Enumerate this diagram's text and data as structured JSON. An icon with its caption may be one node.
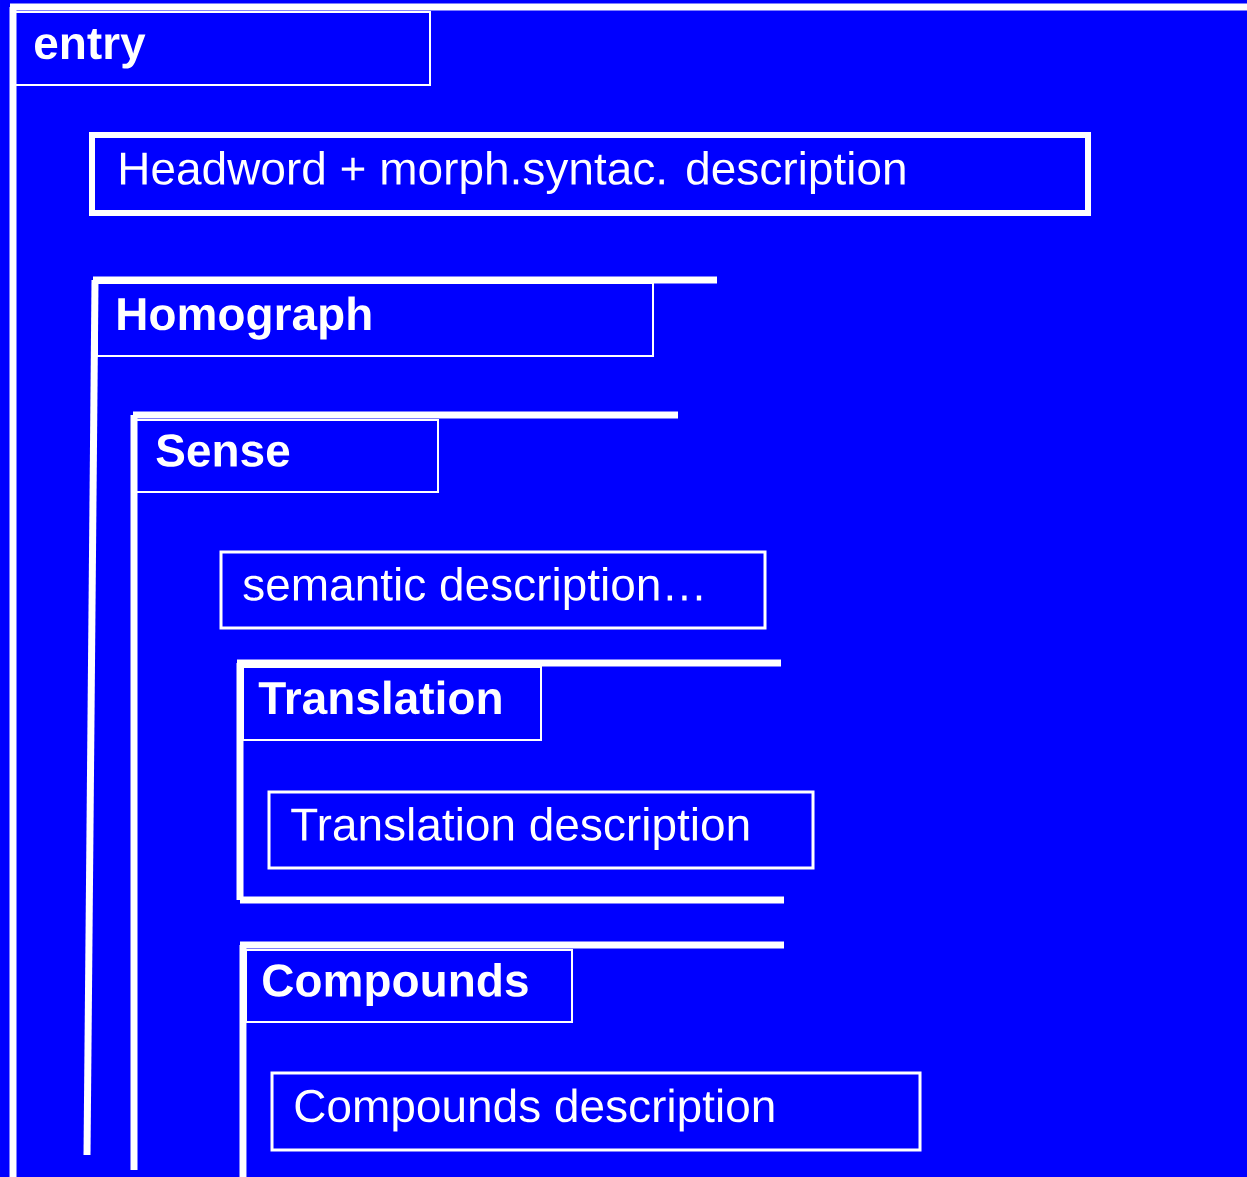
{
  "diagram": {
    "nodes": [
      {
        "text": [
          "entry"
        ]
      },
      {
        "text": [
          "Headword + morph.syntac. description"
        ],
        "in": 0
      },
      {
        "text": [
          "Homograph"
        ],
        "in": 0
      },
      {
        "text": [
          "Sense"
        ],
        "in": 2
      },
      {
        "text": [
          "semantic description…"
        ],
        "in": 0
      },
      {
        "text": [
          "Translation"
        ],
        "in": 0
      },
      {
        "text": [
          "Translation description"
        ],
        "in": 5
      },
      {
        "text": [
          "Compounds"
        ],
        "in": 0
      },
      {
        "text": [
          "Compounds description"
        ],
        "in": 0
      }
    ]
  }
}
